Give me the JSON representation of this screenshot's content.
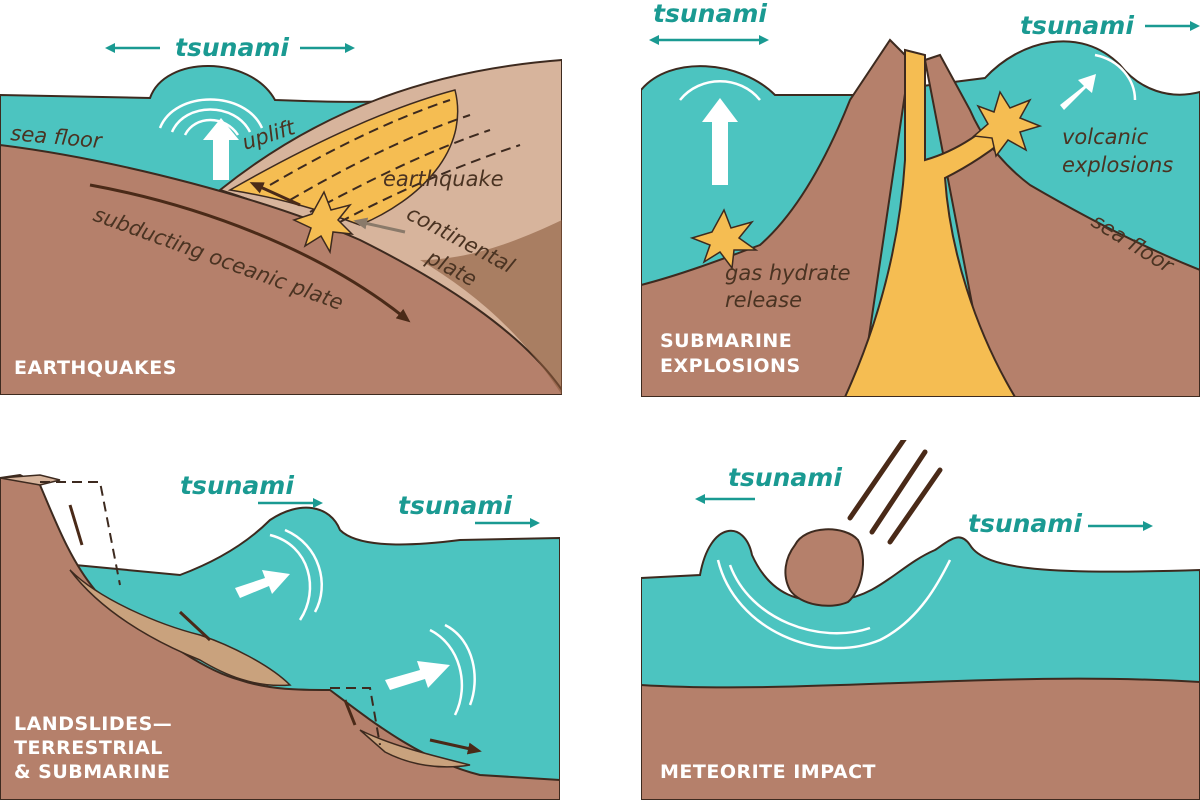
{
  "colors": {
    "water": "#4cc4c0",
    "land": "#b5806b",
    "land_light": "#d7b49c",
    "continental": "#c9a27d",
    "magma": "#f5bd52",
    "outline": "#3d2a1f",
    "arrow_teal": "#1a9a92",
    "arrow_brown": "#4a2a18",
    "white": "#ffffff"
  },
  "panels": {
    "earthquakes": {
      "title": "EARTHQUAKES",
      "tsunami": "tsunami",
      "sea_floor": "sea floor",
      "uplift": "uplift",
      "earthquake": "earthquake",
      "continental_1": "continental",
      "continental_2": "plate",
      "subducting": "subducting oceanic plate"
    },
    "submarine": {
      "title_1": "SUBMARINE",
      "title_2": "EXPLOSIONS",
      "tsunami_left": "tsunami",
      "tsunami_right": "tsunami",
      "volcanic_1": "volcanic",
      "volcanic_2": "explosions",
      "gas_1": "gas hydrate",
      "gas_2": "release",
      "sea_floor": "sea floor"
    },
    "landslides": {
      "title_1": "LANDSLIDES—",
      "title_2": "TERRESTRIAL",
      "title_3": "& SUBMARINE",
      "tsunami_1": "tsunami",
      "tsunami_2": "tsunami"
    },
    "meteorite": {
      "title": "METEORITE IMPACT",
      "tsunami_left": "tsunami",
      "tsunami_right": "tsunami"
    }
  }
}
